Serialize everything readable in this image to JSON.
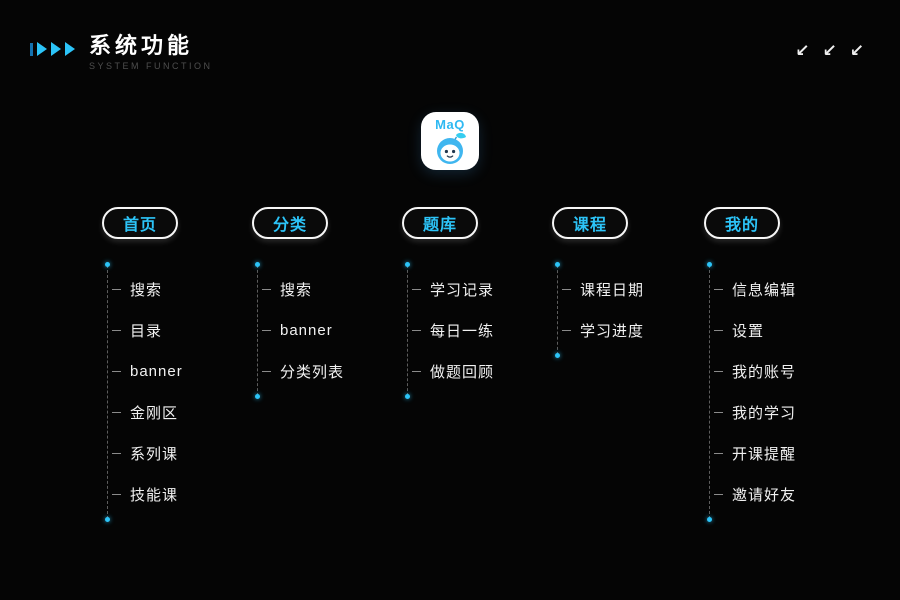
{
  "header": {
    "title": "系统功能",
    "subtitle": "SYSTEM FUNCTION"
  },
  "icons": {
    "corner_arrow": "↙"
  },
  "app": {
    "name": "MaQ"
  },
  "columns": [
    {
      "label": "首页",
      "items": [
        "搜索",
        "目录",
        "banner",
        "金刚区",
        "系列课",
        "技能课"
      ]
    },
    {
      "label": "分类",
      "items": [
        "搜索",
        "banner",
        "分类列表"
      ]
    },
    {
      "label": "题库",
      "items": [
        "学习记录",
        "每日一练",
        "做题回顾"
      ]
    },
    {
      "label": "课程",
      "items": [
        "课程日期",
        "学习进度"
      ]
    },
    {
      "label": "我的",
      "items": [
        "信息编辑",
        "设置",
        "我的账号",
        "我的学习",
        "开课提醒",
        "邀请好友"
      ]
    }
  ],
  "colors": {
    "accent": "#2cc4f8",
    "background": "#050505"
  }
}
